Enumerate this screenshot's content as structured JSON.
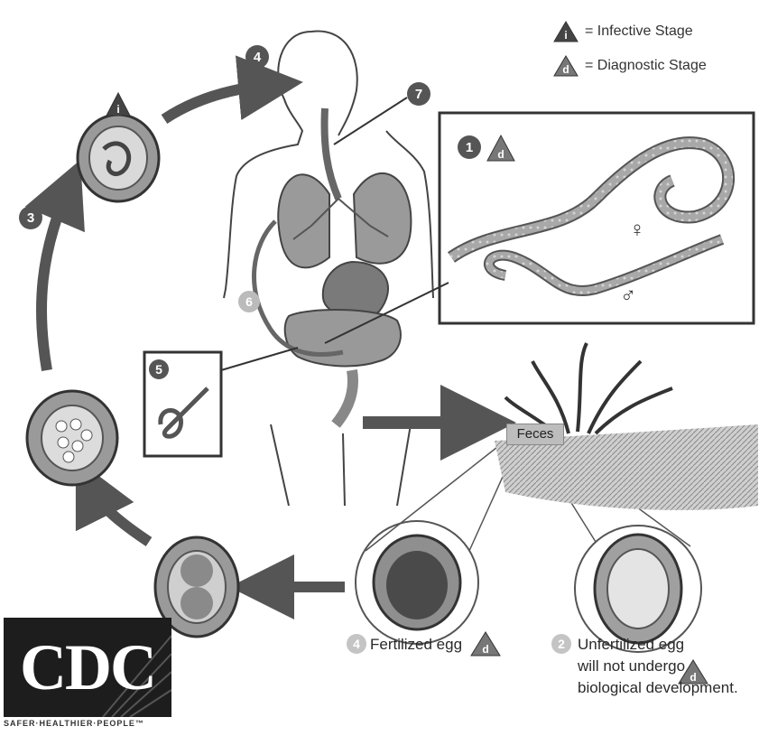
{
  "legend": [
    {
      "symbol": "i",
      "text": "= Infective Stage"
    },
    {
      "symbol": "d",
      "text": "= Diagnostic Stage"
    }
  ],
  "stage_markers": {
    "s1": "1",
    "s2": "2",
    "s3": "3",
    "s4": "4",
    "s4_egg": "4",
    "s5": "5",
    "s6": "6",
    "s7": "7"
  },
  "symbols": {
    "infective": "i",
    "diagnostic": "d",
    "female": "♀",
    "male": "♂"
  },
  "feces_label": "Feces",
  "egg_labels": {
    "fertilized": "Fertilized egg",
    "unfertilized_line1": "Unfertilized egg",
    "unfertilized_line2": "will not undergo",
    "unfertilized_line3": "biological development."
  },
  "logo": {
    "mark": "CDC",
    "tagline": "SAFER·HEALTHIER·PEOPLE™"
  }
}
